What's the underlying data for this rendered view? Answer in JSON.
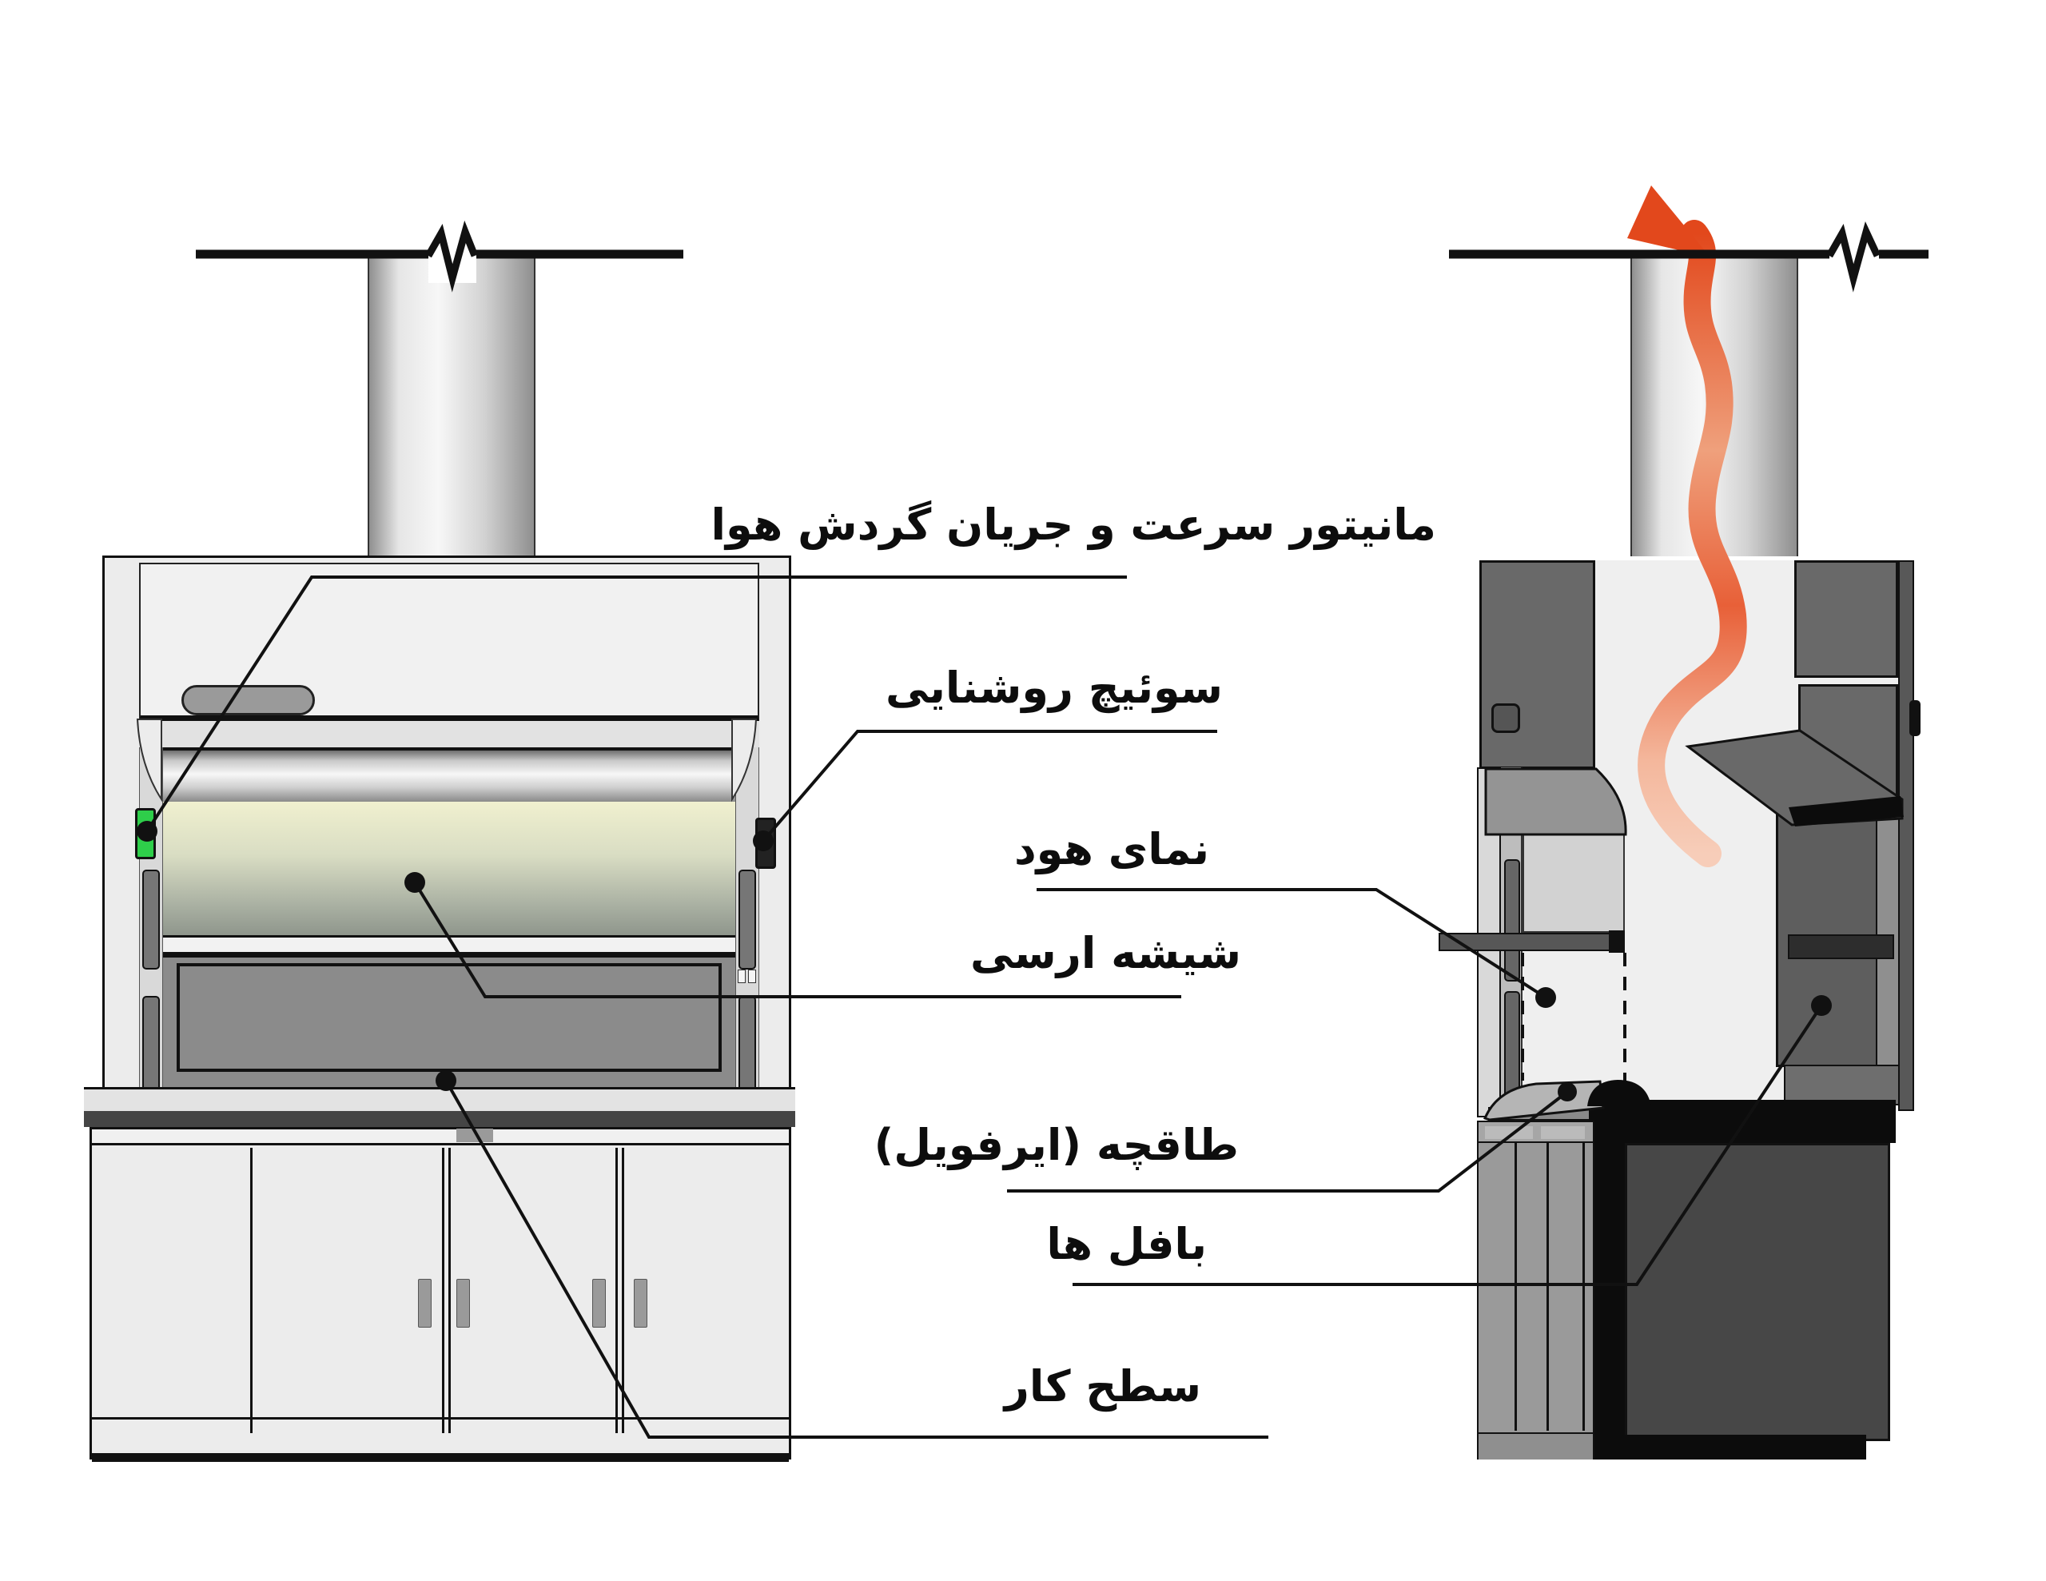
{
  "page": {
    "background": "#ffffff"
  },
  "labels": [
    {
      "id": "airflow-monitor",
      "text": "مانیتور سرعت و جریان گردش هوا"
    },
    {
      "id": "light-switch",
      "text": "سوئیچ روشنایی"
    },
    {
      "id": "hood-view",
      "text": "نمای هود"
    },
    {
      "id": "sash-glass",
      "text": "شیشه ارسی"
    },
    {
      "id": "airfoil-sill",
      "text": "طاقچه (ایرفویل)"
    },
    {
      "id": "baffles",
      "text": "بافل ها"
    },
    {
      "id": "work-surface",
      "text": "سطح کار"
    }
  ],
  "colors": {
    "leader_line": "#111111",
    "monitor_indicator_green": "#2ece4a",
    "light_switch_black": "#222222",
    "airflow_arrow_strong": "#e2481c",
    "airflow_arrow_soft": "#f7cdb9",
    "glass_light": "#f0f0cf",
    "counter_dark": "#454545"
  }
}
